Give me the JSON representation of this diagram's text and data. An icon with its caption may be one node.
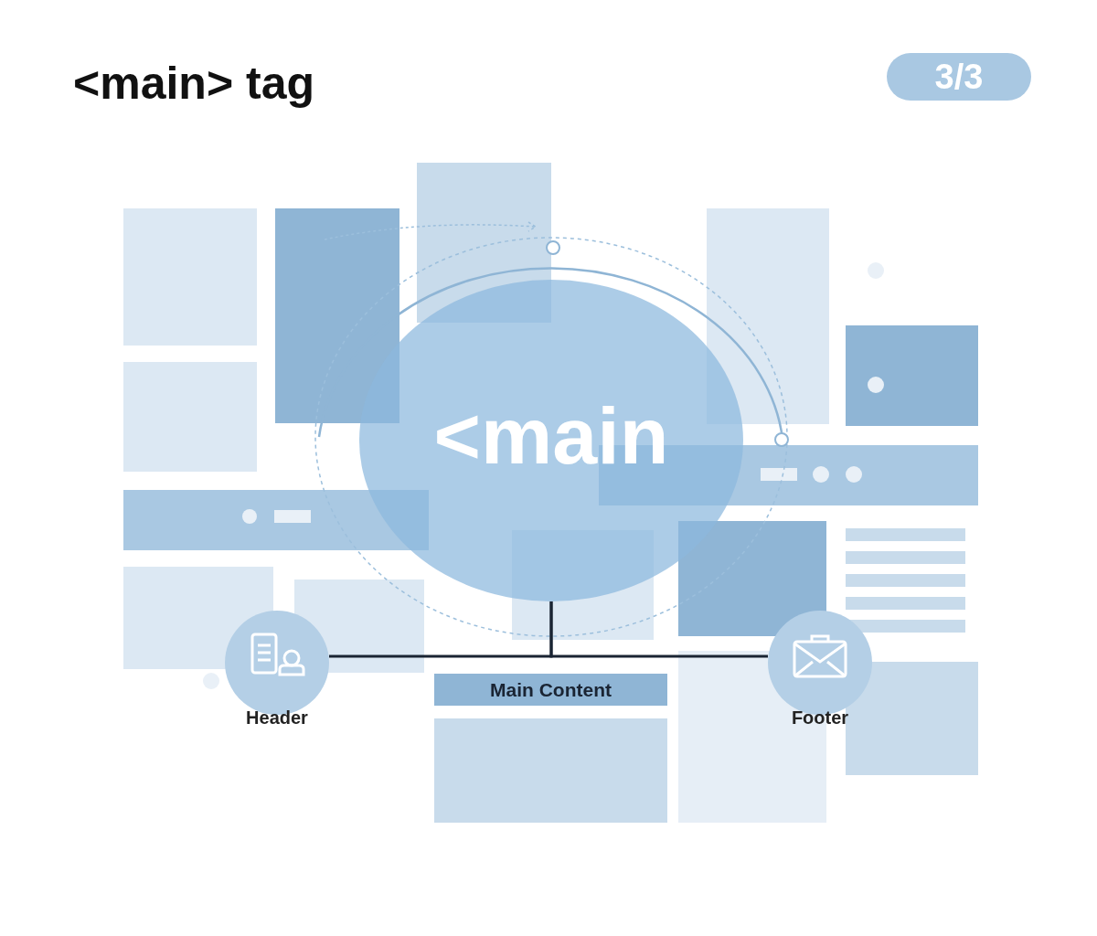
{
  "diagram": {
    "title": "<main> tag",
    "nodes": [
      {
        "text": [
          "<main"
        ]
      },
      {
        "text": [
          "Header"
        ]
      },
      {
        "text": [
          "Main Content"
        ]
      },
      {
        "text": [
          "Footer"
        ]
      }
    ],
    "edges": [
      {
        "from": 0,
        "to": 1,
        "arrow": "none"
      },
      {
        "from": 0,
        "to": 3,
        "arrow": "none"
      }
    ],
    "labels": [
      "3/3"
    ]
  }
}
